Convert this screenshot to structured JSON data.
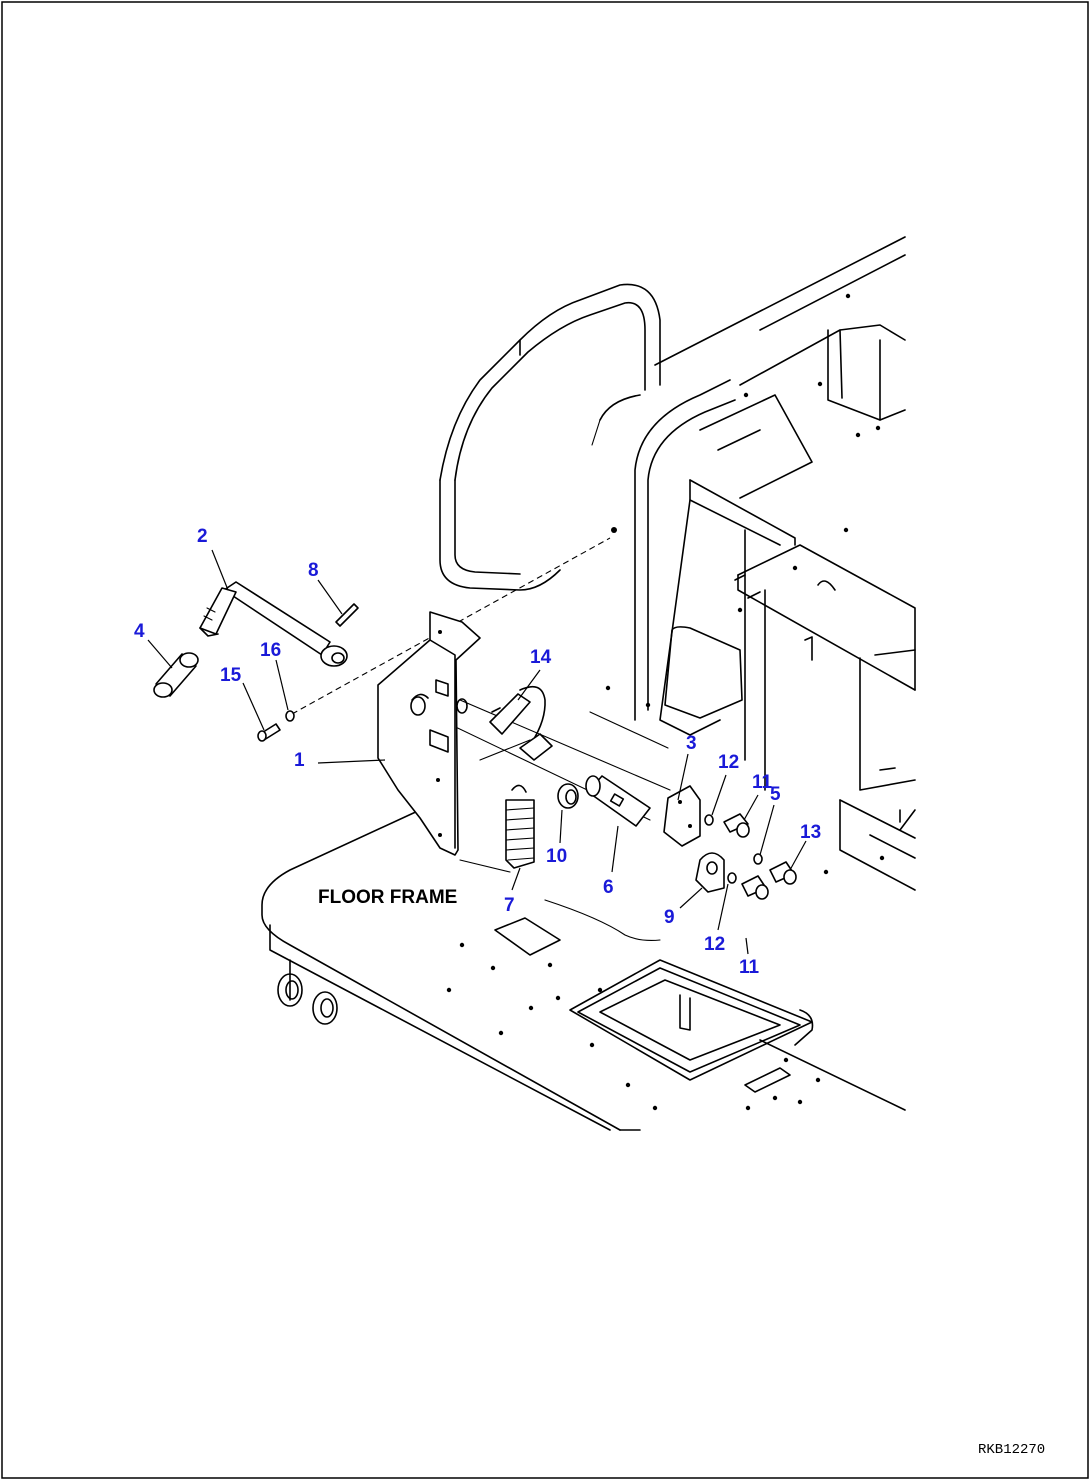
{
  "diagram": {
    "figure_id": "RKB12270",
    "area_label": "FLOOR FRAME",
    "callouts": [
      "1",
      "2",
      "3",
      "4",
      "5",
      "6",
      "7",
      "8",
      "9",
      "10",
      "11",
      "12",
      "13",
      "14",
      "15",
      "16",
      "12",
      "11"
    ]
  },
  "colors": {
    "callout": "#1a1ad8",
    "line": "#000000",
    "background": "#ffffff"
  }
}
